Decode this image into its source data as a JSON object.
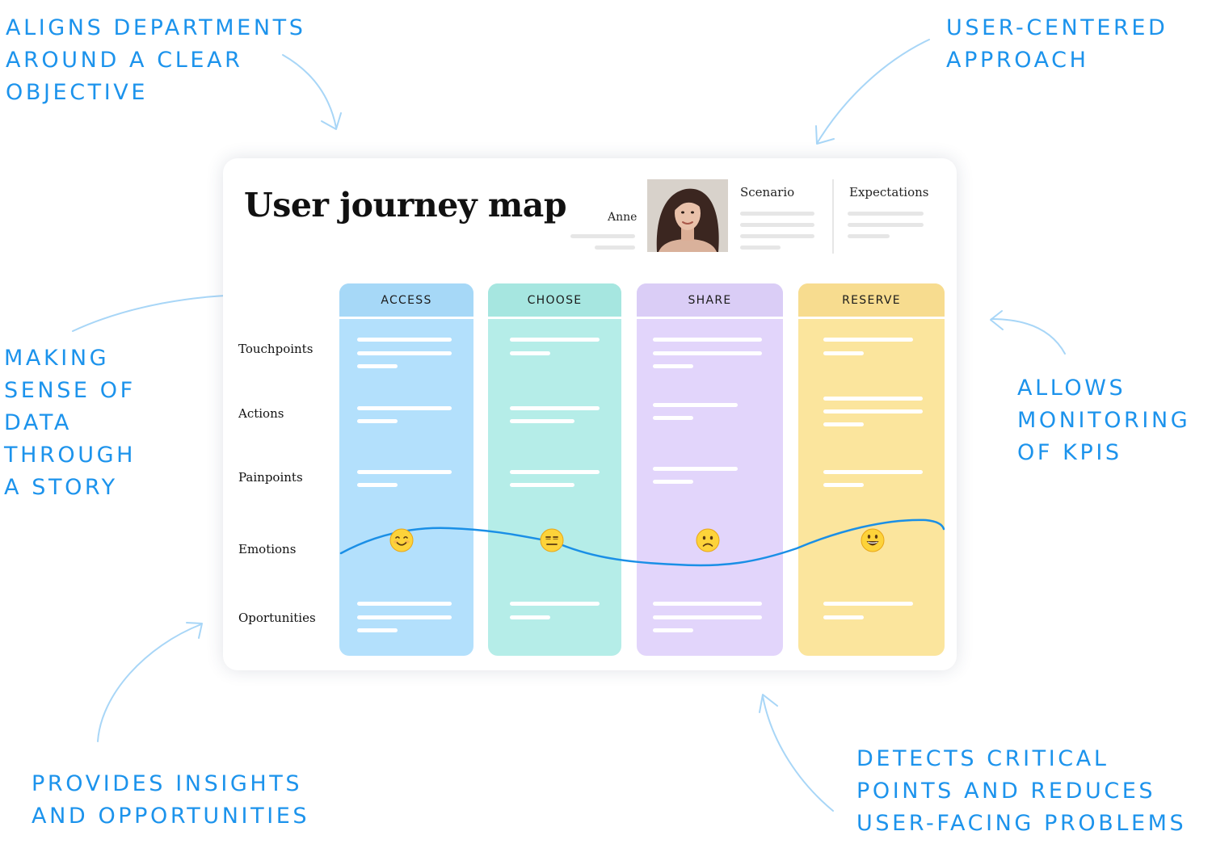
{
  "callouts": {
    "top_left": [
      "ALIGNS DEPARTMENTS",
      "AROUND A CLEAR",
      "OBJECTIVE"
    ],
    "top_right": [
      "USER-CENTERED",
      "APPROACH"
    ],
    "mid_left": [
      "MAKING",
      "SENSE OF",
      "DATA",
      "THROUGH",
      "A STORY"
    ],
    "mid_right": [
      "ALLOWS",
      "MONITORING",
      "OF KPIS"
    ],
    "bottom_left": [
      "PROVIDES INSIGHTS",
      "AND OPPORTUNITIES"
    ],
    "bottom_right": [
      "DETECTS CRITICAL",
      "POINTS AND REDUCES",
      "USER-FACING PROBLEMS"
    ]
  },
  "map": {
    "title": "User journey map",
    "persona_name": "Anne",
    "scenario_label": "Scenario",
    "expectations_label": "Expectations",
    "row_labels": [
      "Touchpoints",
      "Actions",
      "Painpoints",
      "Emotions",
      "Oportunities"
    ],
    "stages": [
      {
        "label": "ACCESS",
        "header_color": "#a6d8f7",
        "body_color": "#b3e0fc",
        "emotion": "smiling"
      },
      {
        "label": "CHOOSE",
        "header_color": "#a6e6e0",
        "body_color": "#b5ede8",
        "emotion": "expressionless"
      },
      {
        "label": "SHARE",
        "header_color": "#dacdf6",
        "body_color": "#e2d5fb",
        "emotion": "frowning"
      },
      {
        "label": "RESERVE",
        "header_color": "#f7dc8f",
        "body_color": "#fbe59d",
        "emotion": "grinning"
      }
    ]
  },
  "colors": {
    "accent": "#1c93ec",
    "arrow": "#a8d6f7",
    "placeholder_line": "#e6e6e6",
    "emotion_curve": "#1a8fe6"
  }
}
